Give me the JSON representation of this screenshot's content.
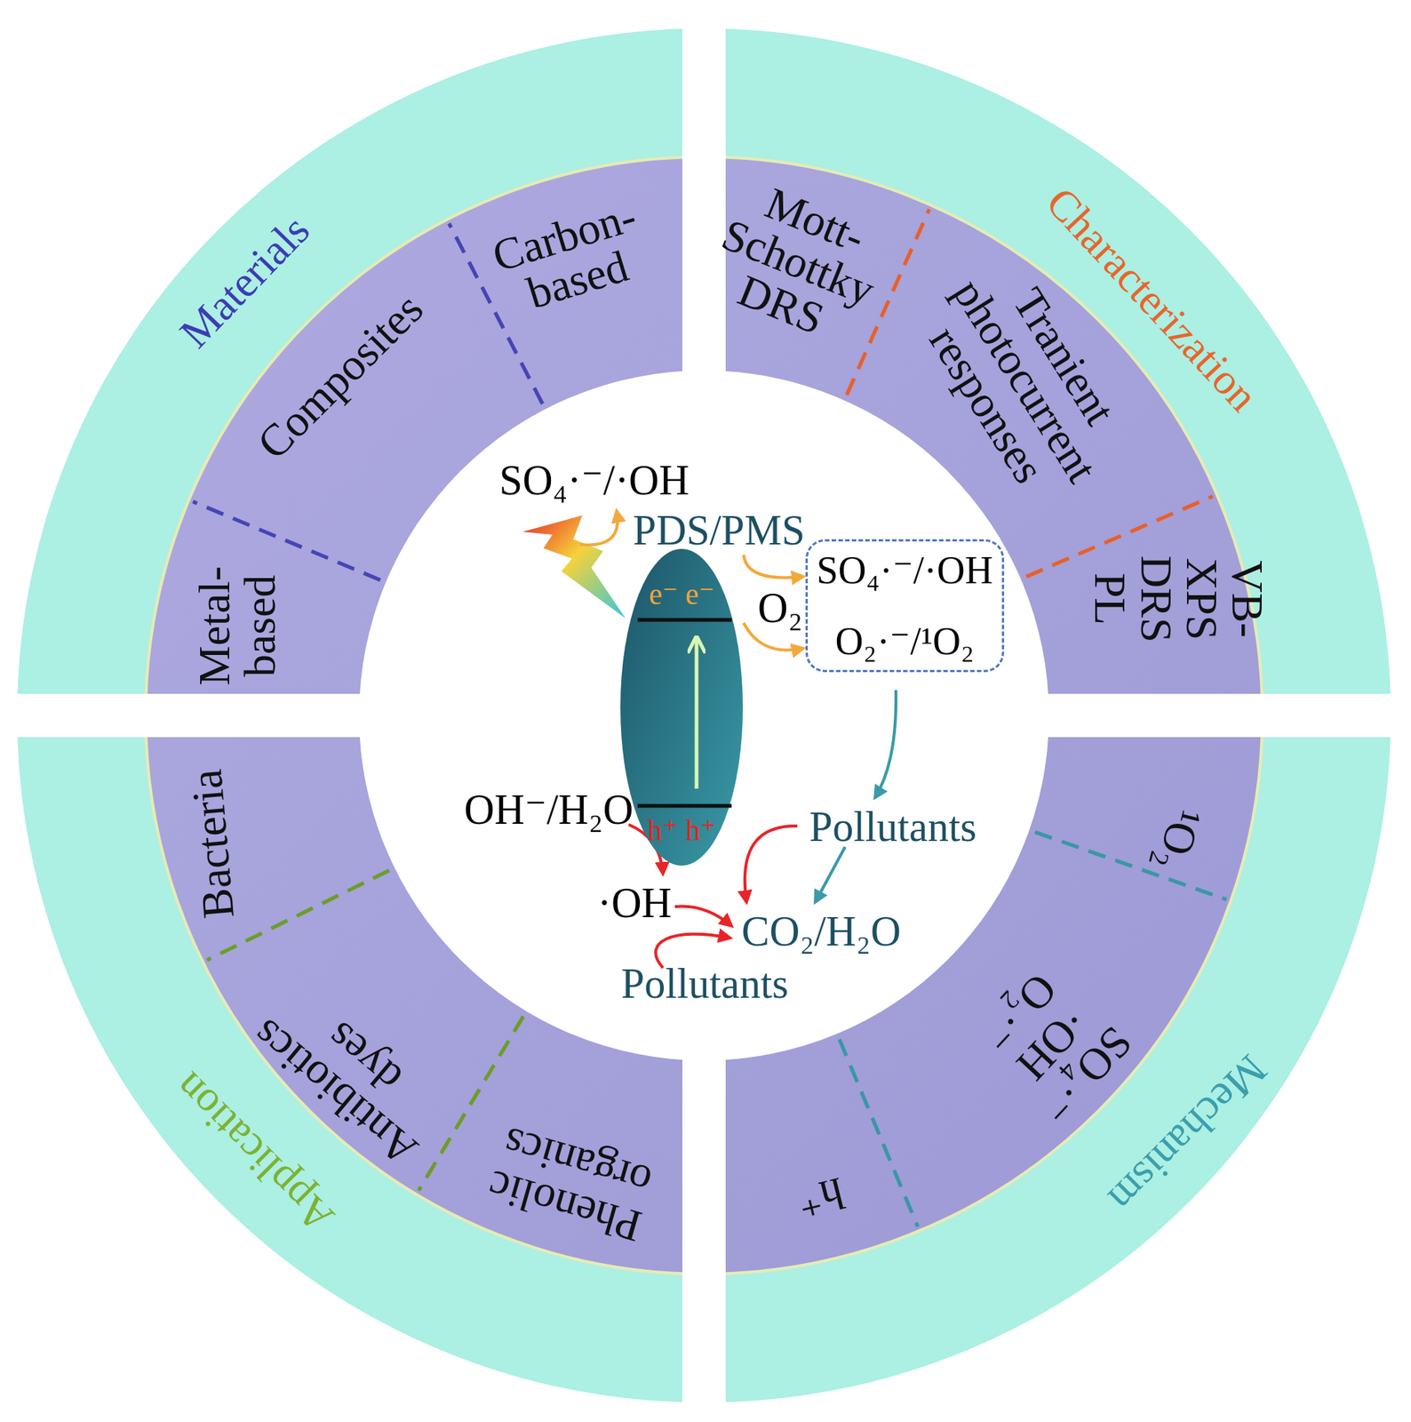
{
  "diagram": {
    "nodes": [
      {
        "text": [
          "Materials"
        ]
      },
      {
        "text": [
          "Carbon- based"
        ],
        "in": 0
      },
      {
        "text": [
          "Composites"
        ],
        "in": 0
      },
      {
        "text": [
          "Metal- based"
        ],
        "in": 0
      },
      {
        "text": [
          "Characterization"
        ]
      },
      {
        "text": [
          "Mott- Schottky DRS"
        ],
        "in": 4
      },
      {
        "text": [
          "Tranient photocurrent responses"
        ],
        "in": 4
      },
      {
        "text": [
          "VB-XPS DRS PL"
        ],
        "in": 4
      },
      {
        "text": [
          "Application"
        ]
      },
      {
        "text": [
          "Bacteria"
        ],
        "in": 8
      },
      {
        "text": [
          "Antibiotics dyes"
        ],
        "in": 8
      },
      {
        "text": [
          "Phenolic organics"
        ],
        "in": 8
      },
      {
        "text": [
          "Mechanism"
        ]
      },
      {
        "text": [
          "¹O₂"
        ],
        "in": 12
      },
      {
        "text": [
          "SO₄·⁻ ·OH O₂·⁻"
        ],
        "in": 12
      },
      {
        "text": [
          "h⁺"
        ],
        "in": 12
      },
      {
        "text": [
          "e⁻ e⁻",
          "h⁺ h⁺"
        ]
      },
      {
        "text": [
          "SO₄·⁻/·OH",
          "O₂·⁻/¹O₂"
        ]
      }
    ],
    "labels": [
      "SO₄·⁻/·OH",
      "PDS/PMS",
      "O₂",
      "OH⁻/H₂O",
      "·OH",
      "Pollutants",
      "CO₂/H₂O",
      "Pollutants"
    ]
  }
}
